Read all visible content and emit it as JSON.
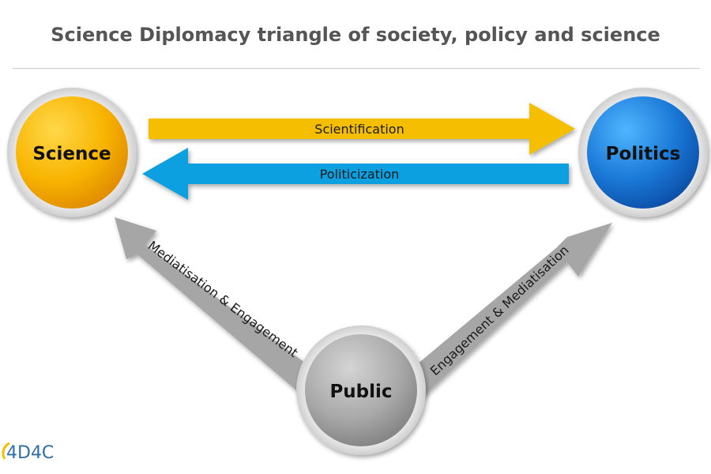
{
  "title": "Science Diplomacy triangle of society, policy and science",
  "nodes": {
    "science": "Science",
    "politics": "Politics",
    "public": "Public"
  },
  "arrows": {
    "scientification": "Scientification",
    "politicization": "Politicization",
    "mediatisation_engagement": "Mediatisation & Engagement",
    "engagement_mediatisation": "Engagement & Mediatisation"
  },
  "logo": {
    "text": "4D4C"
  },
  "colors": {
    "science": "#f5a800",
    "politics": "#1a78d6",
    "public": "#a9a9a9",
    "scientification_arrow": "#f5bf00",
    "politicization_arrow": "#0ea0e0",
    "public_arrows": "#a6a6a6"
  }
}
